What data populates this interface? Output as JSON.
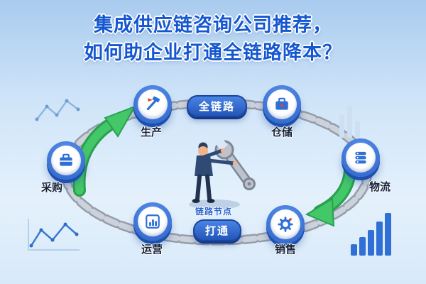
{
  "title": {
    "line1": "集成供应链咨询公司推荐，",
    "line2": "如何助企业打通全链路降本？"
  },
  "badges": {
    "top": "全链路",
    "bottom": "打通"
  },
  "center_label": "链路节点",
  "nodes": [
    {
      "label": "生产",
      "icon": "production-icon"
    },
    {
      "label": "仓储",
      "icon": "warehouse-icon"
    },
    {
      "label": "物流",
      "icon": "logistics-icon"
    },
    {
      "label": "销售",
      "icon": "sales-icon"
    },
    {
      "label": "运营",
      "icon": "operations-icon"
    },
    {
      "label": "采购",
      "icon": "procurement-icon"
    }
  ],
  "colors": {
    "title_blue": "#1557d0",
    "badge_blue": "#2f6fd8",
    "arrow_green": "#3cc162",
    "chain_gray": "#c6ccd6",
    "icon_blue": "#2f6fd8",
    "icon_red_accent": "#e0452f",
    "background_top": "#a9cbee",
    "background_bottom": "#d8e9f9"
  }
}
